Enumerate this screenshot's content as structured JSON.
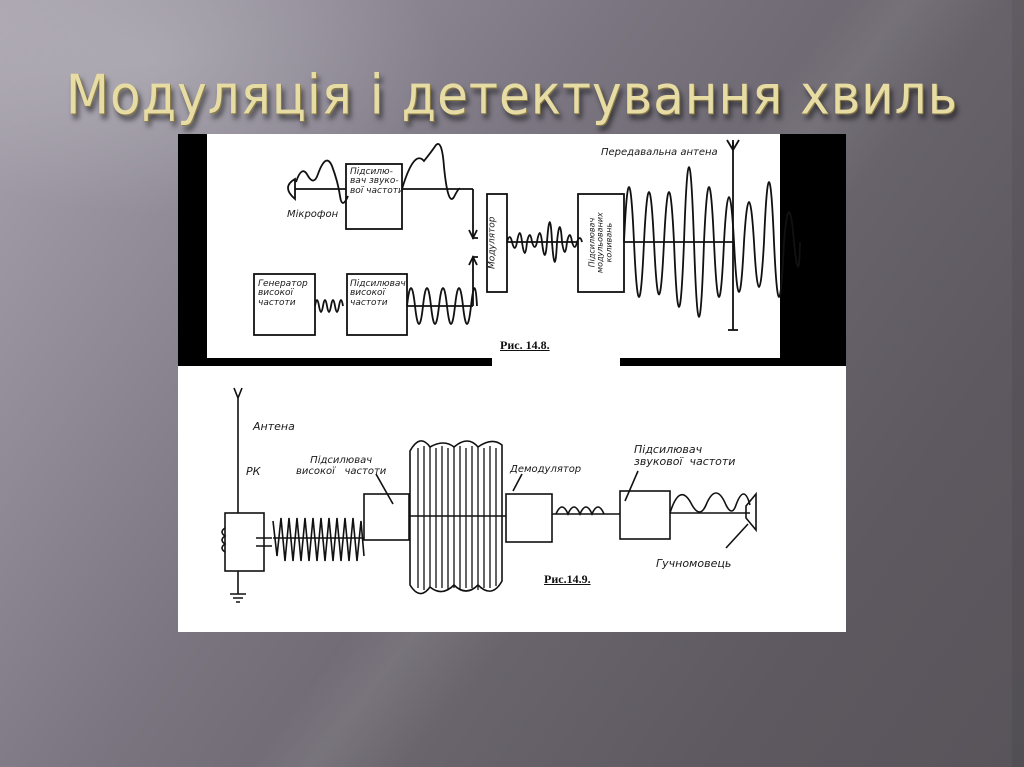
{
  "slide": {
    "title": "Модуляція і детектування хвиль",
    "background_color": "#6a656d",
    "title_color": "#e7dca4"
  },
  "figure_14_8": {
    "caption": "Рис. 14.8.",
    "labels": {
      "microphone": "Мікрофон",
      "audio_amplifier": [
        "Підсилю-",
        "вач звуко-",
        "вої частоти"
      ],
      "hf_generator": [
        "Генератор",
        "високої",
        "частоти"
      ],
      "hf_amplifier": [
        "Підсилювач",
        "високої",
        "частоти"
      ],
      "modulator": "Модулятор",
      "modulated_amplifier": [
        "Підсилювач",
        "модульованих",
        "коливань"
      ],
      "transmit_antenna": "Передавальна антена"
    }
  },
  "figure_14_9": {
    "caption": "Рис.14.9.",
    "labels": {
      "antenna": "Антена",
      "rk": "РК",
      "hf_amplifier": [
        "Підсилювач",
        "високої   частоти"
      ],
      "demodulator": "Демодулятор",
      "audio_amplifier": [
        "Підсилювач",
        "звукової  частоти"
      ],
      "loudspeaker": "Гучномовець"
    }
  }
}
